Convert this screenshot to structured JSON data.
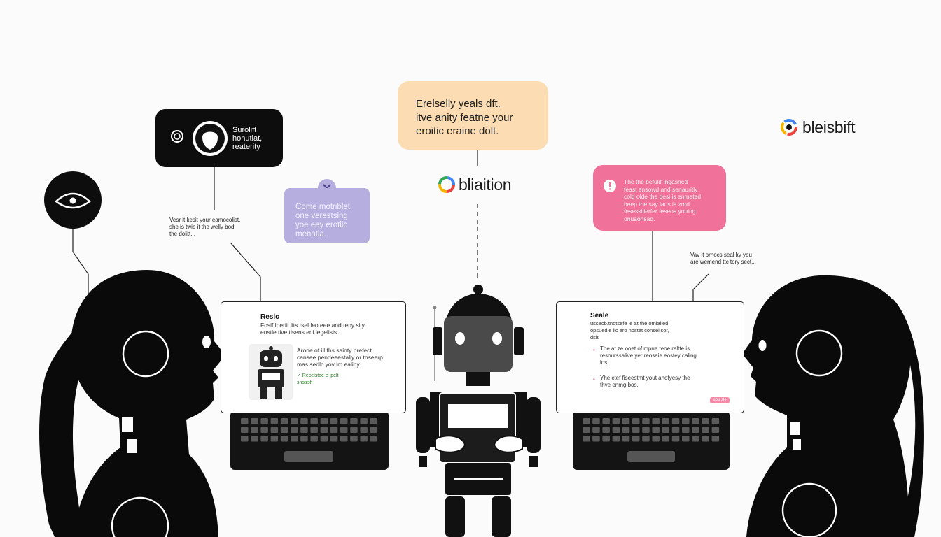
{
  "top_bubble": {
    "line1": "Erelselly yeals dft.",
    "line2": "itve anity featne your",
    "line3": "eroitic eraine dolt."
  },
  "dark_bubble": {
    "text": "Surolift\nhohutiat,\nreaterity"
  },
  "purple_bubble": {
    "icon": "close-icon",
    "text": "Come motriblet\none verestsing\nyoe eey erotiic\nmenatia."
  },
  "pink_bubble": {
    "icon": "alert-icon",
    "text": "The the befulif-ingashed\nfeast ensowd and senauritly\ncold olde the desi is enmated\nbeep the say laus is zord\nfesessilierfer feseos youing\nonuaonsad."
  },
  "center_logo": {
    "text": "bliaition"
  },
  "top_right_logo": {
    "text": "bleisbift"
  },
  "left_note": {
    "text": "Vesr it kesit your eamocolist.\nshe is twie it the welly bod\nthe dolitt..."
  },
  "right_note": {
    "text": "Vav it ornocs seal ky you\nare wemend ttc tory sect..."
  },
  "left_screen": {
    "title": "Reslc",
    "subtitle": "Fosif ineriil lits tsel leoteee and teny sily\nenstle tive tisens eni legelisis.",
    "body": "Arone of ill fhs sainty prefect\ncansee pendeeestaliy or tnseerp\nmas sedlc yov lm ealiny.",
    "check": "✓  Recelstae e ipelt\n      snstrsh"
  },
  "right_screen": {
    "title": "Seale",
    "subtitle": "ussecb.tnotsefe ie at the otnlailed\nopsuedie lic ero nostet consellsor,\ndslt.",
    "item1": "The at ze ooet of mpue teoe raltte is\nresourssalive yer reosaie eostey caling\nlos.",
    "item2": "Yhe ctef fiseestmt yout anofyesy the\nthve enmg bos.",
    "tag": "ubu sle"
  },
  "colors": {
    "peach": "#fbdcb3",
    "purple": "#b7aee0",
    "pink": "#f0729a",
    "dark": "#0d0d0d",
    "robot_body": "#111111",
    "robot_face": "#4a4a4a"
  }
}
